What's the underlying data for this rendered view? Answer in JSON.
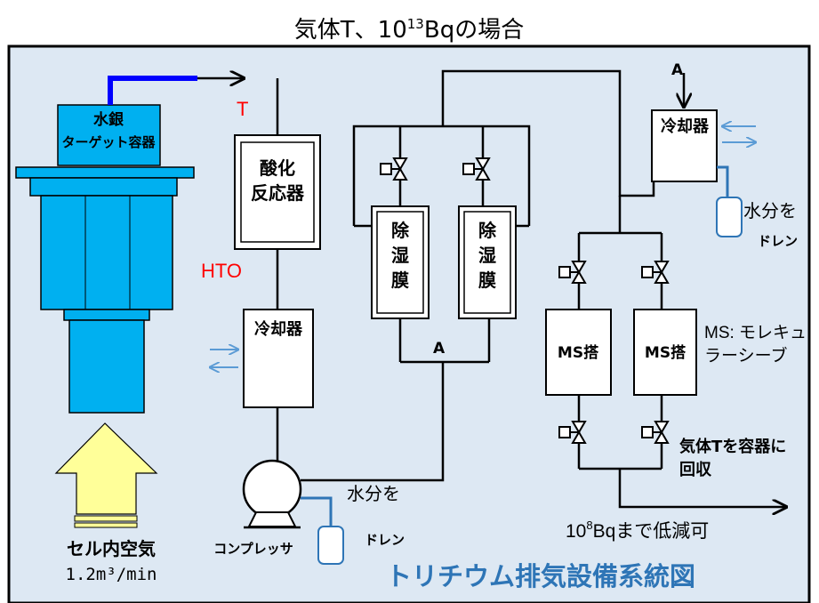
{
  "title": {
    "main": "気体T、10",
    "sup": "13",
    "tail": "Bqの場合"
  },
  "caption": "トリチウム排気設備系統図",
  "colors": {
    "panel": "#dde8f3",
    "mercury": "#00b0f0",
    "pipe_blue": "#0000ff",
    "arrow_yellow": "#ffff99",
    "cooling_arrow": "#5b9bd5",
    "red_text": "#ff0000",
    "caption": "#2e75b6"
  },
  "labels": {
    "mercury_target_1": "水銀",
    "mercury_target_2": "ターゲット容器",
    "t_label": "T",
    "hto_label": "HTO",
    "oxidation_1": "酸化",
    "oxidation_2": "反応器",
    "cooler_left": "冷却器",
    "cooler_right": "冷却器",
    "membrane_chars": [
      "除",
      "湿",
      "膜"
    ],
    "junction_a_bottom": "A",
    "junction_a_top": "A",
    "ms_left": "MS搭",
    "ms_right": "MS搭",
    "ms_note_1": "MS: モレキュ",
    "ms_note_2": "ラーシーブ",
    "drain_water_right": "水分を",
    "drain_drain_right": "ドレン",
    "drain_water_left": "水分を",
    "drain_drain_left": "ドレン",
    "compressor": "コンプレッサ",
    "recover_1": "気体Tを容器に",
    "recover_2": "回収",
    "reduce_pre": "10",
    "reduce_sup": "8",
    "reduce_post": "Bqまで低減可",
    "cell_air": "セル内空気",
    "flow_rate": "1.2m³/min"
  }
}
